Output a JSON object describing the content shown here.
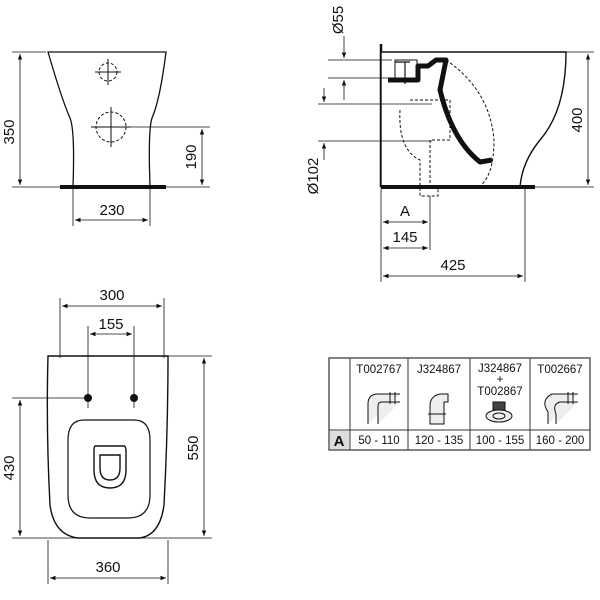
{
  "front_view": {
    "height_total": "350",
    "height_outlet": "190",
    "base_width": "230"
  },
  "side_view": {
    "inlet_diameter": "Ø55",
    "outlet_diameter": "Ø102",
    "height": "400",
    "label_a": "A",
    "outlet_offset": "145",
    "depth": "425"
  },
  "top_view": {
    "width_top": "300",
    "fixing_spacing": "155",
    "width_bottom": "360",
    "length_left": "430",
    "length_right": "550"
  },
  "connector_table": {
    "row_label": "A",
    "columns": [
      {
        "code": "T002767",
        "code2": "",
        "plus": "",
        "range": "50 - 110",
        "icon": "bend-connector-icon"
      },
      {
        "code": "J324867",
        "code2": "",
        "plus": "",
        "range": "120 - 135",
        "icon": "straight-connector-icon"
      },
      {
        "code": "J324867",
        "code2": "T002867",
        "plus": "+",
        "range": "100 - 155",
        "icon": "extension-ring-icon"
      },
      {
        "code": "T002667",
        "code2": "",
        "plus": "",
        "range": "160 - 200",
        "icon": "offset-connector-icon"
      }
    ]
  },
  "colors": {
    "line": "#111111",
    "background": "#ffffff",
    "table_border": "#333333"
  }
}
